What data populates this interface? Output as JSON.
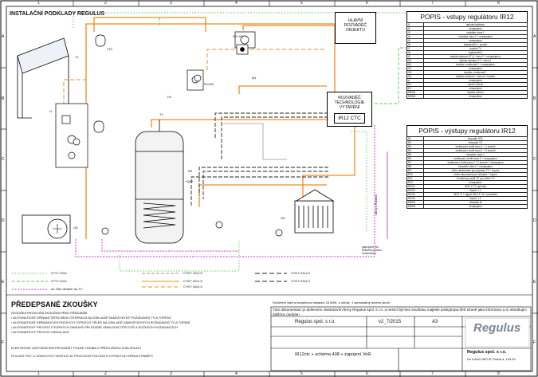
{
  "drawing_title": "INSTALAČNÍ PODKLADY REGULUS",
  "grid": {
    "columns": [
      "1",
      "2",
      "3",
      "4",
      "5",
      "6",
      "7",
      "8"
    ],
    "rows": [
      "A",
      "B",
      "C",
      "D",
      "E",
      "F"
    ]
  },
  "boxes": {
    "hlavni": "HLAVNÍ ROZVADĚČ OBJEKTU",
    "technologie": "ROZVADĚČ TECHNOLOGIE VYTÁPĚNÍ",
    "controller": "IR12 CTC"
  },
  "labels": {
    "t1": "T1",
    "t13": "T13",
    "i11_12": "I11+I12",
    "h1": "H1",
    "m1": "M1",
    "r1on": "R1/ON",
    "sensor_left": "I1",
    "sensor_t1": "T1",
    "dhw_r5": "R5",
    "sensor_i15": "I15",
    "tank_label": "+Q45",
    "hp_label": "I16",
    "pipe_note": "zapojení do Řadelnu nebo Svitcheho",
    "pipe_note2": "zdroj k Řadnici"
  },
  "inputs": {
    "title": "POPIS - vstupy regulátoru IR12",
    "rows": [
      [
        "I1",
        "teplota kolektoru"
      ],
      [
        "I2",
        "nezapojeno"
      ],
      [
        "I3",
        "ovládání zóna 1"
      ],
      [
        "I4",
        "ovládání zóna 2 + nezapojeno"
      ],
      [
        "I5",
        "nezapojeno"
      ],
      [
        "I6",
        "teplota AKU - spodní"
      ],
      [
        "I7",
        "teplota TV"
      ],
      [
        "I8",
        "teplota AKU"
      ],
      [
        "I9",
        "teplota výstupu UT (1. zóna 2 + nezapojeno)"
      ],
      [
        "I10",
        "teplota výstupu UT + zóna 1"
      ],
      [
        "I11",
        "teplota v místnosti 2 + nezapojeno"
      ],
      [
        "I12",
        "nezapojeno"
      ],
      [
        "I13",
        "teplota v místnosti 1"
      ],
      [
        "I14",
        "teplota venkovní + senzor I teplota"
      ],
      [
        "a",
        "nezapojeno"
      ],
      [
        "K1",
        "modul ohřevu"
      ],
      [
        "K2",
        "nezapojeno"
      ],
      [
        "MDM1",
        "teplota ohřevu"
      ],
      [
        "MDM2",
        "nezapojeno"
      ]
    ]
  },
  "outputs": {
    "title": "POPIS - výstupy regulátoru IR12",
    "rows": [
      [
        "R1",
        "čerpadlo SOL"
      ],
      [
        "R2",
        "čerpadlo TČ"
      ],
      [
        "R3",
        "směšovací ventil zóna 1 + 1.úroveň"
      ],
      [
        "R4",
        "směšovací ventil zóna 1 + 2.úroveň"
      ],
      [
        "R5",
        "čerpadlo zóna 1"
      ],
      [
        "R6",
        "směšovací ventil zóna 2 + nezapojeno"
      ],
      [
        "R7",
        "směšovací ventil zóna 2 + 2.úroveň + nezapojeno"
      ],
      [
        "R8",
        "čerpadlo zóna 2 + nezapojeno"
      ],
      [
        "R9",
        "ohřev akumulace pro přípravu TV + topení"
      ],
      [
        "R10",
        "ohřev akumulace pro cirkulaci + topení"
      ],
      [
        "R11",
        "3.hodinový ventil TČ pro ohřev TV"
      ],
      [
        "R12",
        "nezapojeno"
      ],
      [
        "HDO1",
        "HDO I/ TČ (spínač)"
      ],
      [
        "HDO2",
        "topení 1.1"
      ],
      [
        "HDO3",
        "HDO 1/ + signál HDO II / tč. rozvaděče"
      ],
      [
        "HDO4",
        "topení 1.1"
      ],
      [
        "MDM1",
        "čerpadlo kt"
      ],
      [
        "MDM2",
        "nezapojeno"
      ]
    ]
  },
  "legend": [
    {
      "label": "2YYY 20x1",
      "kind": "green-dotted"
    },
    {
      "label": "2YYY 40x1",
      "kind": "green-dashed"
    },
    {
      "label": "do 15m dlouhé/ na TC",
      "kind": "purple-dotted"
    },
    {
      "label": "CYKY 3Jx1,5",
      "kind": "gray-dashed"
    },
    {
      "label": "CYKY 5Jx1,5",
      "kind": "orange"
    },
    {
      "label": "CYKY 5Jx2,5",
      "kind": "orange-dashed"
    },
    {
      "label": "CYKY 5Jx1,5",
      "kind": "black-dashed"
    },
    {
      "label": "CYKY 5Jx2,5",
      "kind": "black-dashed-2"
    }
  ],
  "tests": {
    "title": "PŘEDEPSANÉ ZKOUŠKY",
    "lines": [
      "ZKOUŠKA PROVOZNÍ ZKOUŠKA PŘED PŘEDÁNÍM",
      "• AUTOMATICKÉ SPÍNÁNÍ TEPELNÉHO ČERPADLA NA ZÁKLADĚ SAMOSTATNÝ POŽADAVEK TV A TOPENÍ",
      "• AUTOMATICKÉ SPÍNÁNÍ ELEKTRICKÝCH TOPNÝCH TĚLES NA ZÁKLADĚ SAMOSTATNÝCH POŽADAVKŮ TV A TOPENÍ",
      "• AUTOMATICKÝ PROVOZ OTOPNÝCH OKRUHŮ PŘI ROZNÉ VENKOVNÍ TEPLOTĚ A ROZNÝCH POŽADAVCÍCH",
      "• AUTOMATICKÝ PROVOZ CIRKULACE"
    ],
    "footer1": "ELEKTRICKÉ ZAPOJENÍ SMÍ PROVÁDĚT POUZE OSOBA S PŘÍSLUŠNOU KVALIFIKACÍ",
    "footer2": "POLOHA \"RO\" U ZÓNOVÝCH VENTILŮ JE PROCHOZÍ POLOHA S VYPNUTOU SPÍNACÍ PAMĚTÍ"
  },
  "titleblock": {
    "note": "Rozšíření dále a bezpečnou instalací 16 kWh, 4 zdroje, 1 samostatný a/nebo okruh",
    "notice": "Tuto dokumentaci je duševním vlastnictvím firmy Regulus spol. s r.o. a nesmí být bez souhlasu majitele poskytnuta třetí straně jako informace a ní obsahující dalšímu osobám",
    "company": "Regulus spol. s r.o.",
    "revision": "v2_7/2015",
    "format": "A3",
    "brand": "Regulus",
    "sheet_label": "IR12ctc + schéma 408 + zapojení VoR",
    "company_addr": "Regulus spol. s r.o.",
    "address": "Do Koutů 1897/3, Praha 4, 143 00"
  }
}
